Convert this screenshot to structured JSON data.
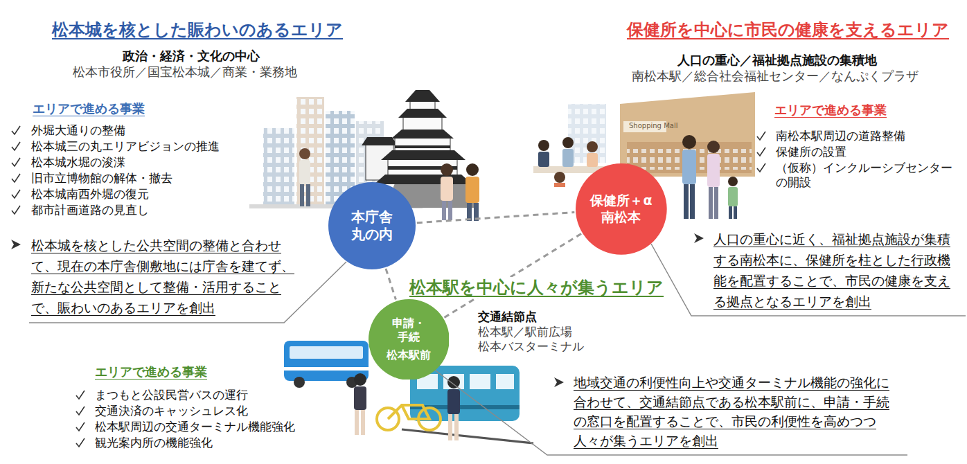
{
  "diagram": {
    "nodes": [
      {
        "text": [
          "本庁舎 丸の内"
        ]
      },
      {
        "text": [
          "保健所＋α 南松本"
        ]
      },
      {
        "text": [
          "申請・ 手続",
          "松本駅前"
        ]
      }
    ],
    "edges": [
      {
        "from": 0,
        "to": 1,
        "arrow": "none"
      },
      {
        "from": 1,
        "to": 2,
        "arrow": "none"
      },
      {
        "from": 0,
        "to": 2,
        "arrow": "none"
      }
    ],
    "labels": [
      "松本城を核とした賑わいのあるエリア",
      "政治・経済・文化の中心",
      "松本市役所／国宝松本城／商業・業務地",
      "エリアで進める事業",
      "外堀大通りの整備",
      "松本城三の丸エリアビジョンの推進",
      "松本城水堀の浚渫",
      "旧市立博物館の解体・撤去",
      "松本城南西外堀の復元",
      "都市計画道路の見直し",
      "松本城を核とした公共空間の整備と合わせ て、現在の本庁舎側敷地には庁舎を建てず、 新たな公共空間として整備・活用すること で、賑わいのあるエリアを創出",
      "保健所を中心に市民の健康を支えるエリア",
      "人口の重心／福祉拠点施設の集積地",
      "南松本駅／総合社会福祉センター／なんぷくプラザ",
      "エリアで進める事業",
      "南松本駅周辺の道路整備",
      "保健所の設置",
      "（仮称）インクルーシブセンター の開設",
      "人口の重心に近く、福祉拠点施設が集積 する南松本に、保健所を柱とした行政機 能を配置することで、市民の健康を支え る拠点となるエリアを創出",
      "松本駅を中心に人々が集うエリア",
      "交通結節点",
      "松本駅／駅前広場 松本バスターミナル",
      "エリアで進める事業",
      "まつもと公設民営バスの運行",
      "交通決済のキャッシュレス化",
      "松本駅周辺の交通ターミナル機能強化",
      "観光案内所の機能強化",
      "地域交通の利便性向上や交通ターミナル機能の強化に 合わせて、交通結節点である松本駅前に、申請・手続 の窓口を配置することで、市民の利便性を高めつつ 人々が集うエリアを創出",
      "Shopping Mall"
    ]
  }
}
